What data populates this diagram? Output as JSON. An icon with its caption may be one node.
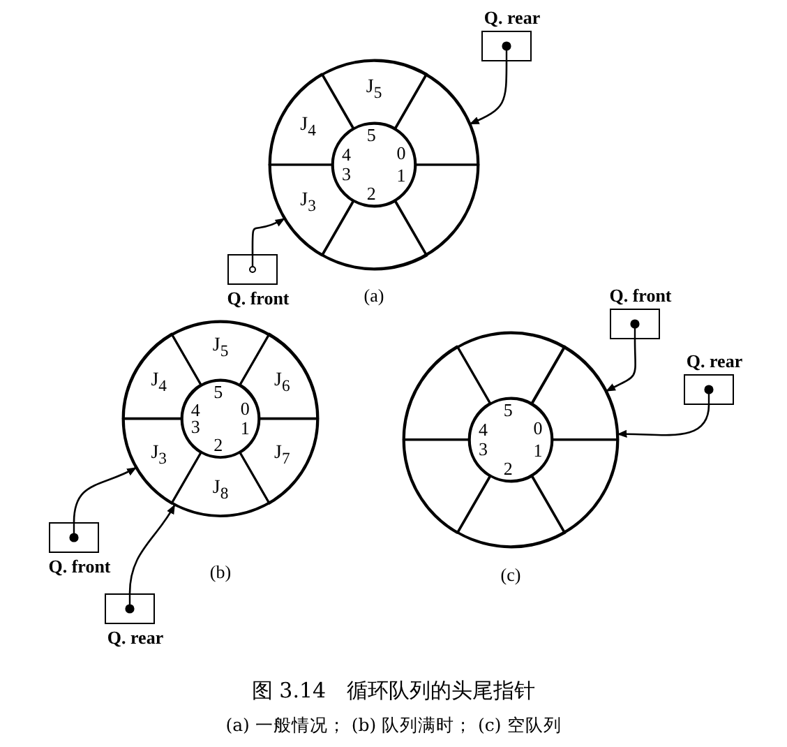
{
  "diagram": {
    "title": "图 3.14　循环队列的头尾指针",
    "caption": "(a) 一般情况； (b) 队列满时； (c) 空队列",
    "nodes": [
      {
        "text": [],
        "shape": "circle",
        "beside": [
          "(a)"
        ]
      },
      {
        "text": [
          "5",
          "4",
          "0",
          "3",
          "1",
          "2"
        ],
        "in": 0
      },
      {
        "text": [],
        "shape": "sector",
        "in": 0
      },
      {
        "text": [],
        "shape": "sector",
        "in": 0
      },
      {
        "text": [],
        "shape": "sector",
        "in": 0
      },
      {
        "text": [
          "J$_{3}$"
        ],
        "in": 0
      },
      {
        "text": [
          "J$_{4}$"
        ],
        "in": 0
      },
      {
        "text": [
          "J$_{5}$"
        ],
        "in": 0
      },
      {
        "text": [
          "Q. rear"
        ]
      },
      {
        "text": [
          "Q. front"
        ]
      },
      {
        "text": [],
        "shape": "circle",
        "beside": [
          "(b)"
        ]
      },
      {
        "text": [
          "5",
          "4",
          "0",
          "3",
          "1",
          "2"
        ],
        "in": 10
      },
      {
        "text": [
          "J$_{6}$"
        ],
        "in": 10
      },
      {
        "text": [
          "J$_{7}$"
        ],
        "in": 10
      },
      {
        "text": [
          "J$_{8}$"
        ],
        "in": 10
      },
      {
        "text": [
          "J$_{3}$"
        ],
        "in": 10
      },
      {
        "text": [
          "J$_{4}$"
        ],
        "in": 10
      },
      {
        "text": [
          "J$_{5}$"
        ],
        "in": 10
      },
      {
        "text": [
          "Q. front"
        ]
      },
      {
        "text": [
          "Q. rear"
        ]
      },
      {
        "text": [],
        "shape": "circle",
        "beside": [
          "(c)"
        ]
      },
      {
        "text": [
          "5",
          "4",
          "0",
          "3",
          "1",
          "2"
        ],
        "in": 20
      },
      {
        "text": [],
        "shape": "sector",
        "in": 20
      },
      {
        "text": [],
        "shape": "sector",
        "in": 20
      },
      {
        "text": [],
        "shape": "sector",
        "in": 20
      },
      {
        "text": [],
        "shape": "sector",
        "in": 20
      },
      {
        "text": [],
        "shape": "sector",
        "in": 20
      },
      {
        "text": [],
        "shape": "sector",
        "in": 20
      },
      {
        "text": [
          "Q. front"
        ]
      },
      {
        "text": [
          "Q. rear"
        ]
      }
    ],
    "edges": [
      {
        "from": 8,
        "to": 2,
        "arrow": "to"
      },
      {
        "from": 9,
        "to": 5,
        "arrow": "to"
      },
      {
        "from": 18,
        "to": 15,
        "arrow": "to"
      },
      {
        "from": 19,
        "to": 15,
        "arrow": "to"
      },
      {
        "from": 28,
        "to": 22,
        "arrow": "to"
      },
      {
        "from": 29,
        "to": 22,
        "arrow": "to"
      }
    ]
  }
}
